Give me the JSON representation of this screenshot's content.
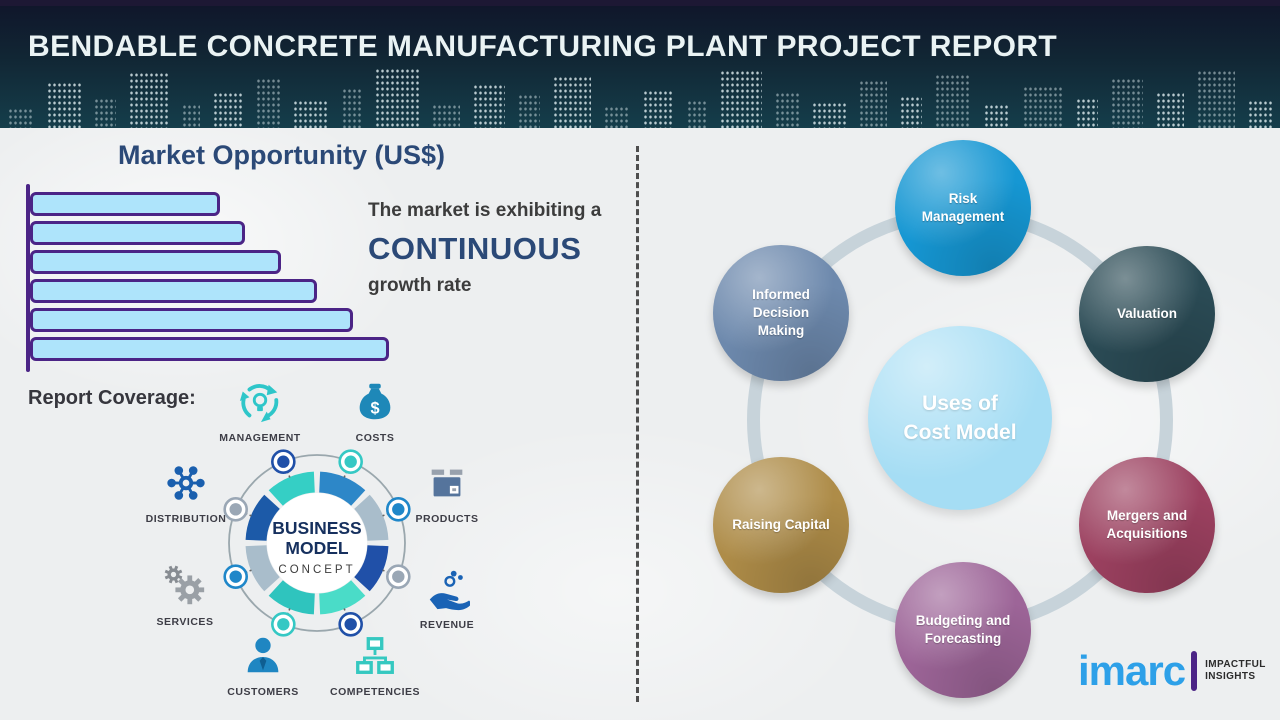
{
  "header": {
    "title": "BENDABLE CONCRETE MANUFACTURING PLANT PROJECT REPORT"
  },
  "left": {
    "market_opportunity": {
      "title": "Market Opportunity (US$)",
      "caption_line1": "The market is exhibiting a",
      "caption_highlight": "CONTINUOUS",
      "caption_line2": "growth rate"
    },
    "report_coverage": {
      "label": "Report Coverage:",
      "center_line1": "BUSINESS",
      "center_line2": "MODEL",
      "center_line3": "CONCEPT",
      "ring_segments": [
        "#2d87c8",
        "#a9bdcb",
        "#2050a8",
        "#4adcc8",
        "#2fc4be",
        "#a9bdcb",
        "#1c5aa8",
        "#35cfc5"
      ],
      "node_colors": [
        "#35c8c4",
        "#1f87c9",
        "#9aa7b5",
        "#2050a8",
        "#35c8c4",
        "#1f87c9",
        "#9aa7b5",
        "#2050a8"
      ],
      "items": [
        {
          "label": "MANAGEMENT",
          "icon": "circular-arrows-lightbulb-icon"
        },
        {
          "label": "COSTS",
          "icon": "money-bag-icon"
        },
        {
          "label": "DISTRIBUTION",
          "icon": "network-hub-icon"
        },
        {
          "label": "PRODUCTS",
          "icon": "package-box-icon"
        },
        {
          "label": "SERVICES",
          "icon": "gears-icon"
        },
        {
          "label": "REVENUE",
          "icon": "hand-coins-icon"
        },
        {
          "label": "CUSTOMERS",
          "icon": "person-icon"
        },
        {
          "label": "COMPETENCIES",
          "icon": "org-chart-icon"
        }
      ]
    }
  },
  "right": {
    "center": {
      "line1": "Uses of",
      "line2": "Cost Model",
      "color": "#a5ddf4"
    },
    "satellites": [
      {
        "label": "Risk Management",
        "color": "#1697d3"
      },
      {
        "label": "Informed Decision Making",
        "color": "#6d89ad"
      },
      {
        "label": "Valuation",
        "color": "#2b4b55"
      },
      {
        "label": "Raising Capital",
        "color": "#ae8c48"
      },
      {
        "label": "Mergers and Acquisitions",
        "color": "#9c4160"
      },
      {
        "label": "Budgeting and Forecasting",
        "color": "#9d6598"
      }
    ]
  },
  "logo": {
    "wordmark": "imarc",
    "tagline_line1": "IMPACTFUL",
    "tagline_line2": "INSIGHTS"
  },
  "chart_data": {
    "type": "bar",
    "orientation": "horizontal",
    "title": "Market Opportunity (US$)",
    "categories": [
      "bar1",
      "bar2",
      "bar3",
      "bar4",
      "bar5",
      "bar6"
    ],
    "values_relative_pct": [
      53,
      60,
      70,
      80,
      90,
      100
    ],
    "annotation": "The market is exhibiting a CONTINUOUS growth rate",
    "xlabel": "",
    "ylabel": "",
    "gridlines": false,
    "tick_labels": false,
    "bar_fill": "#aee4fb",
    "bar_border": "#4b2486",
    "axis_color": "#4b2486"
  }
}
